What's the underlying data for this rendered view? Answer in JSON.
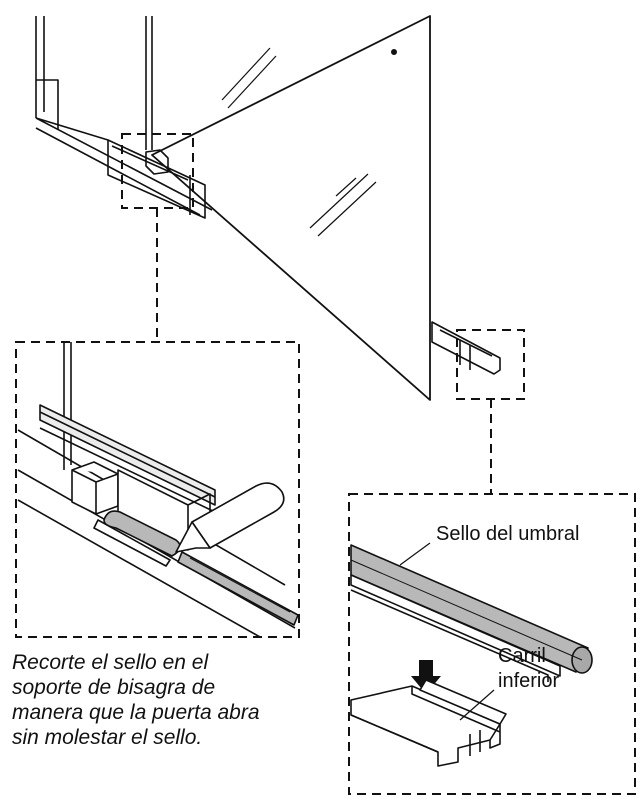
{
  "labels": {
    "threshold_seal": "Sello del umbral",
    "bottom_rail_line1": "Carril",
    "bottom_rail_line2": "inferior"
  },
  "caption": {
    "line1": "Recorte el sello en el",
    "line2": "soporte de bisagra de",
    "line3": "manera que la puerta abra",
    "line4": "sin molestar el sello."
  },
  "colors": {
    "ink": "#111111",
    "seal_fill": "#b8b8b8",
    "panel_fill": "#ffffff",
    "light_fill": "#e6e6e6"
  }
}
